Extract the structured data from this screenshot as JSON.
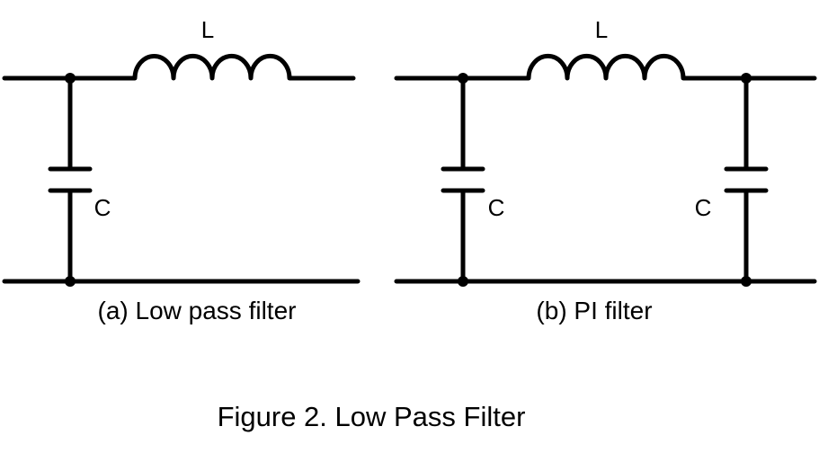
{
  "diagrams": [
    {
      "inductor_label": "L",
      "capacitor_labels": [
        "C"
      ],
      "caption": "(a) Low pass filter"
    },
    {
      "inductor_label": "L",
      "capacitor_labels": [
        "C",
        "C"
      ],
      "caption": "(b) PI filter"
    }
  ],
  "figure_caption": "Figure 2. Low Pass Filter"
}
